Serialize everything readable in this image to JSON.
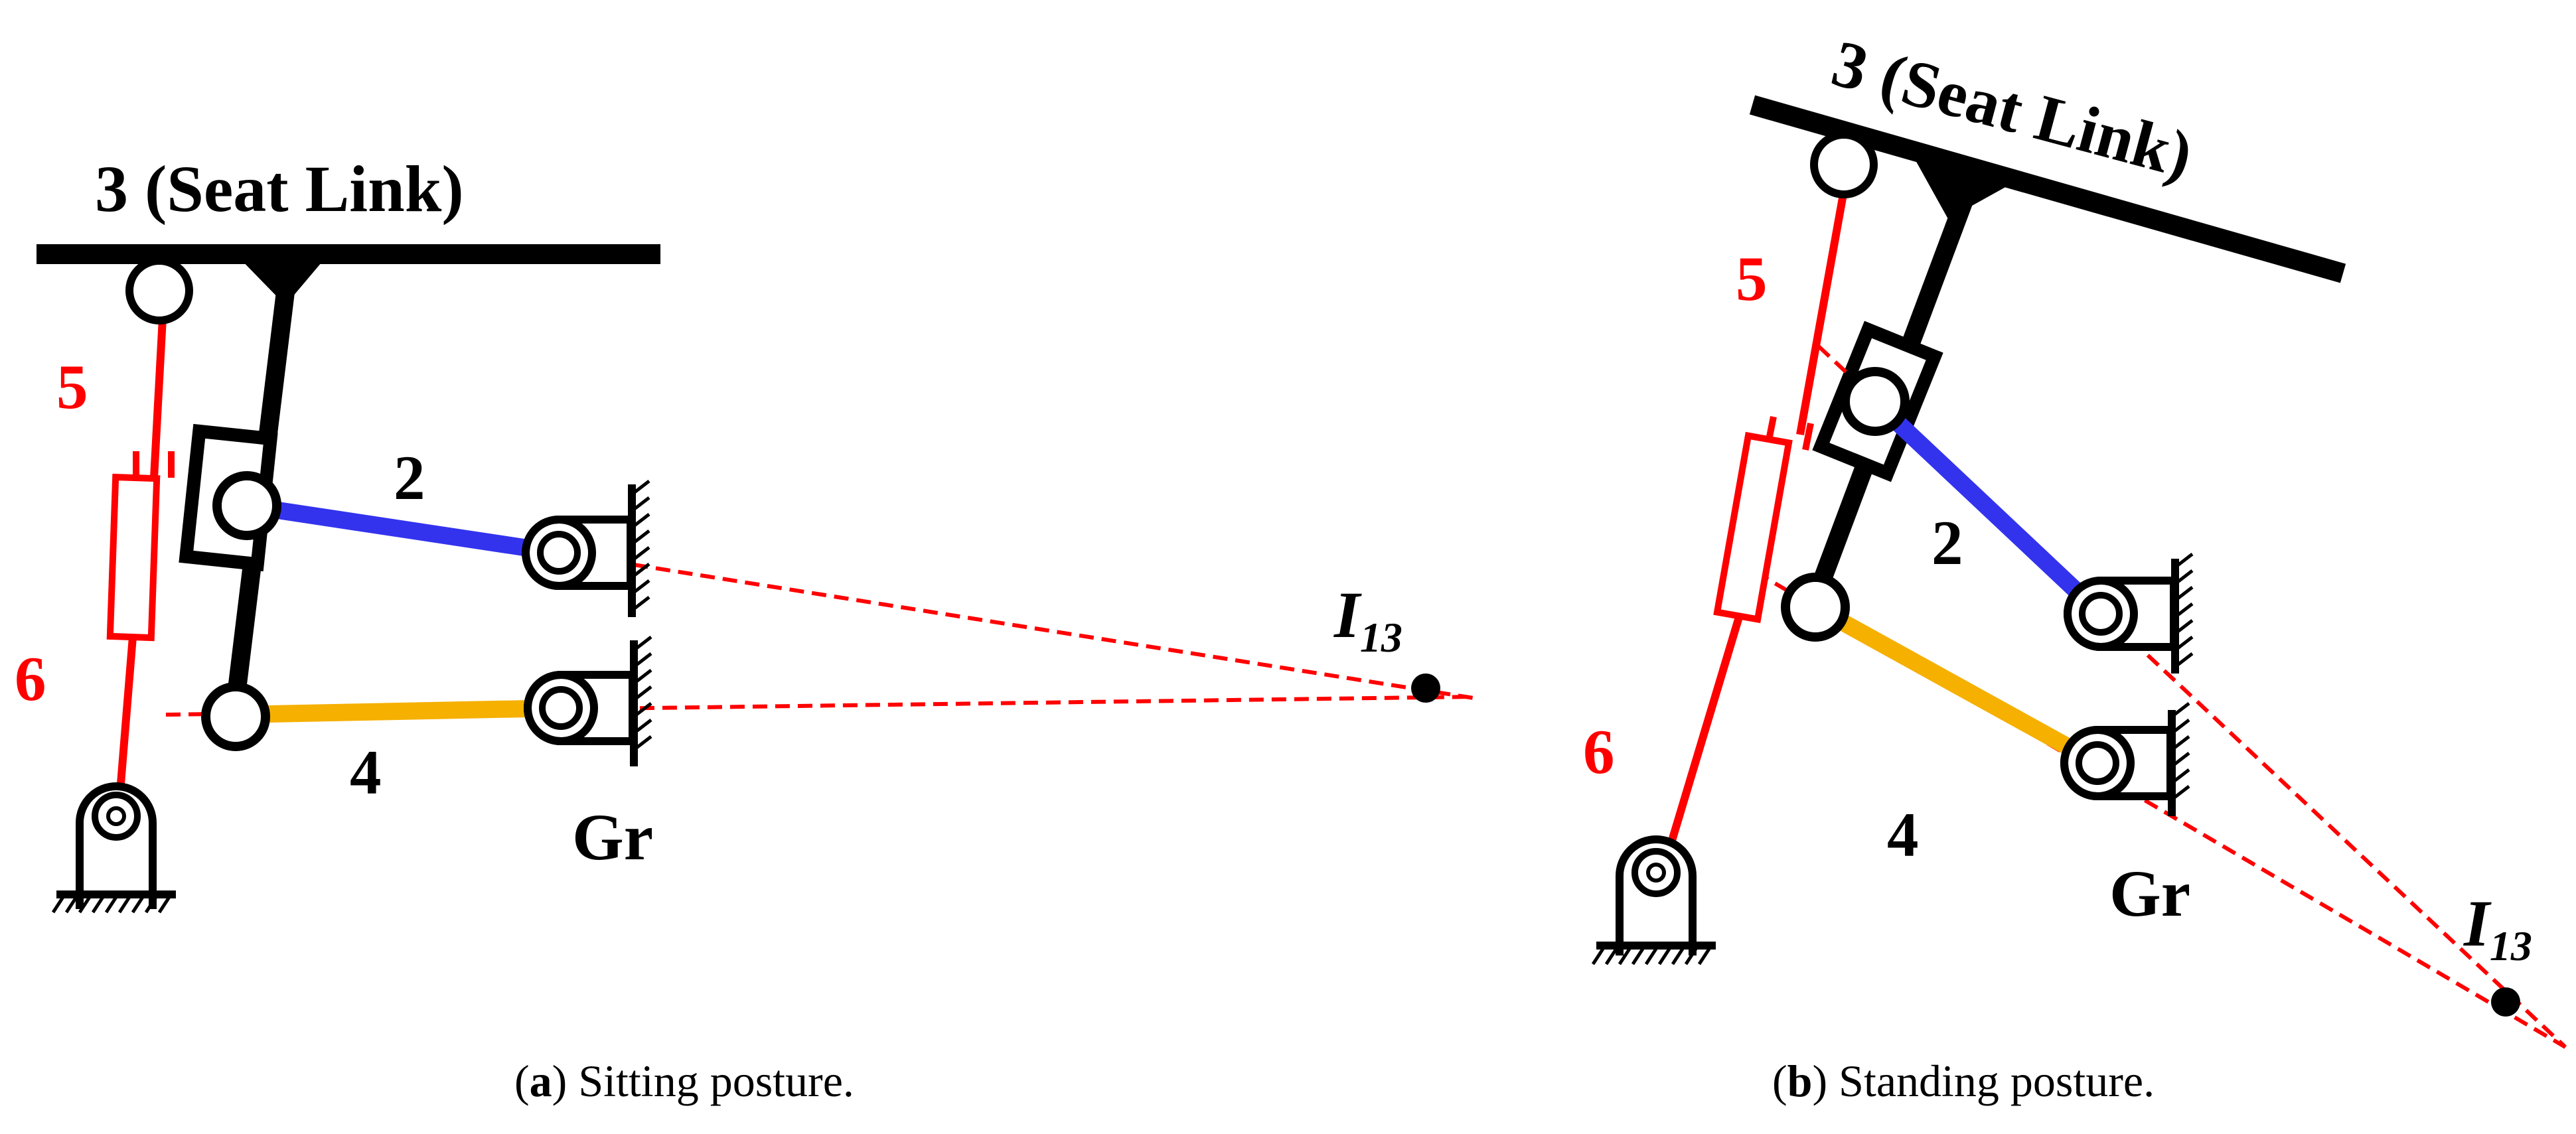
{
  "colors": {
    "link": "#000000",
    "actuator": "#ff0000",
    "link2": "#3333ee",
    "link4": "#f5b000",
    "construction_line": "#ff0000"
  },
  "panel_a": {
    "seat_label": "3 (Seat Link)",
    "link2_label": "2",
    "link4_label": "4",
    "link5_label": "5",
    "link6_label": "6",
    "ground_label": "Gr",
    "ic_label_main": "I",
    "ic_label_sub": "13",
    "caption_letter": "a",
    "caption_text": " Sitting posture."
  },
  "panel_b": {
    "seat_label": "3 (Seat Link)",
    "link2_label": "2",
    "link4_label": "4",
    "link5_label": "5",
    "link6_label": "6",
    "ground_label": "Gr",
    "ic_label_main": "I",
    "ic_label_sub": "13",
    "caption_letter": "b",
    "caption_text": " Standing posture."
  }
}
